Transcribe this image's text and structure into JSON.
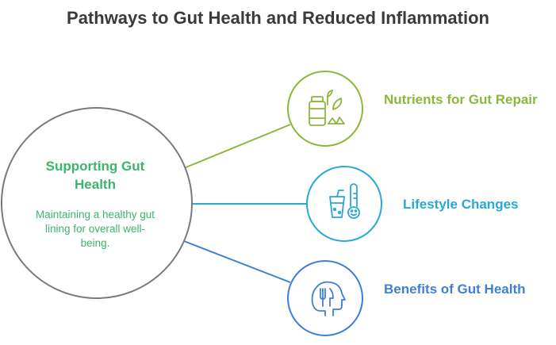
{
  "title": "Pathways to Gut Health and Reduced Inflammation",
  "center": {
    "title": "Supporting Gut Health",
    "description": "Maintaining a healthy gut lining for overall well-being."
  },
  "branches": [
    {
      "label": "Nutrients for Gut Repair",
      "color": "#8bb83a",
      "icon": "supplements-icon"
    },
    {
      "label": "Lifestyle Changes",
      "color": "#29a7d6",
      "icon": "drink-thermometer-icon"
    },
    {
      "label": "Benefits of Gut Health",
      "color": "#3e7fd6",
      "icon": "head-fork-icon"
    }
  ],
  "colors": {
    "center_stroke": "#7a7a7a",
    "center_text": "#3bb56c",
    "title_text": "#3a3a3a"
  }
}
